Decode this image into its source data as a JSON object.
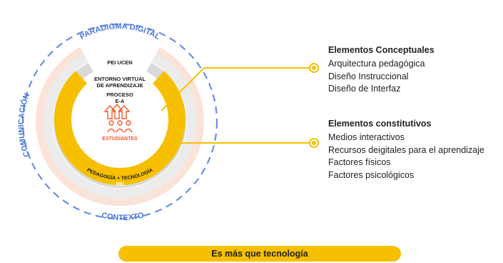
{
  "diagram": {
    "outer_ring": {
      "top_label": "PARADIGMA DIGITAL",
      "left_label": "COMUNICACIÓN",
      "bottom_label": "CONTEXTO"
    },
    "pei_top": "PEI UCEN",
    "pei_bottom": "PEI",
    "entorno_line1": "ENTORNO VIRTUAL",
    "entorno_line2": "DE APRENDIZAJE",
    "proceso_line1": "PROCESO",
    "proceso_line2": "E-A",
    "estudiantes": "ESTUDIANTES",
    "yellow_ring_label": "PEDAGOGÍA + TECNOLOGÍA"
  },
  "panels": {
    "conceptual": {
      "heading": "Elementos Conceptuales",
      "items": [
        "Arquitectura pedagógica",
        "Diseño Instruccional",
        "Diseño de Interfaz"
      ]
    },
    "constitutive": {
      "heading": "Elementos constitutivos",
      "items": [
        "Medios interactivos",
        "Recursos deigitales para el aprendizaje",
        "Factores físicos",
        "Factores psicológicos"
      ]
    }
  },
  "banner": "Es más que tecnología",
  "colors": {
    "accent_yellow": "#f6c000",
    "dashed_blue": "#6b8ee6",
    "label_blue": "#4a78d6",
    "orange": "#ef5a2b",
    "ring_gray": "#d9d9d9",
    "ring_light": "#ececec",
    "peach": "#fbe3d7"
  }
}
